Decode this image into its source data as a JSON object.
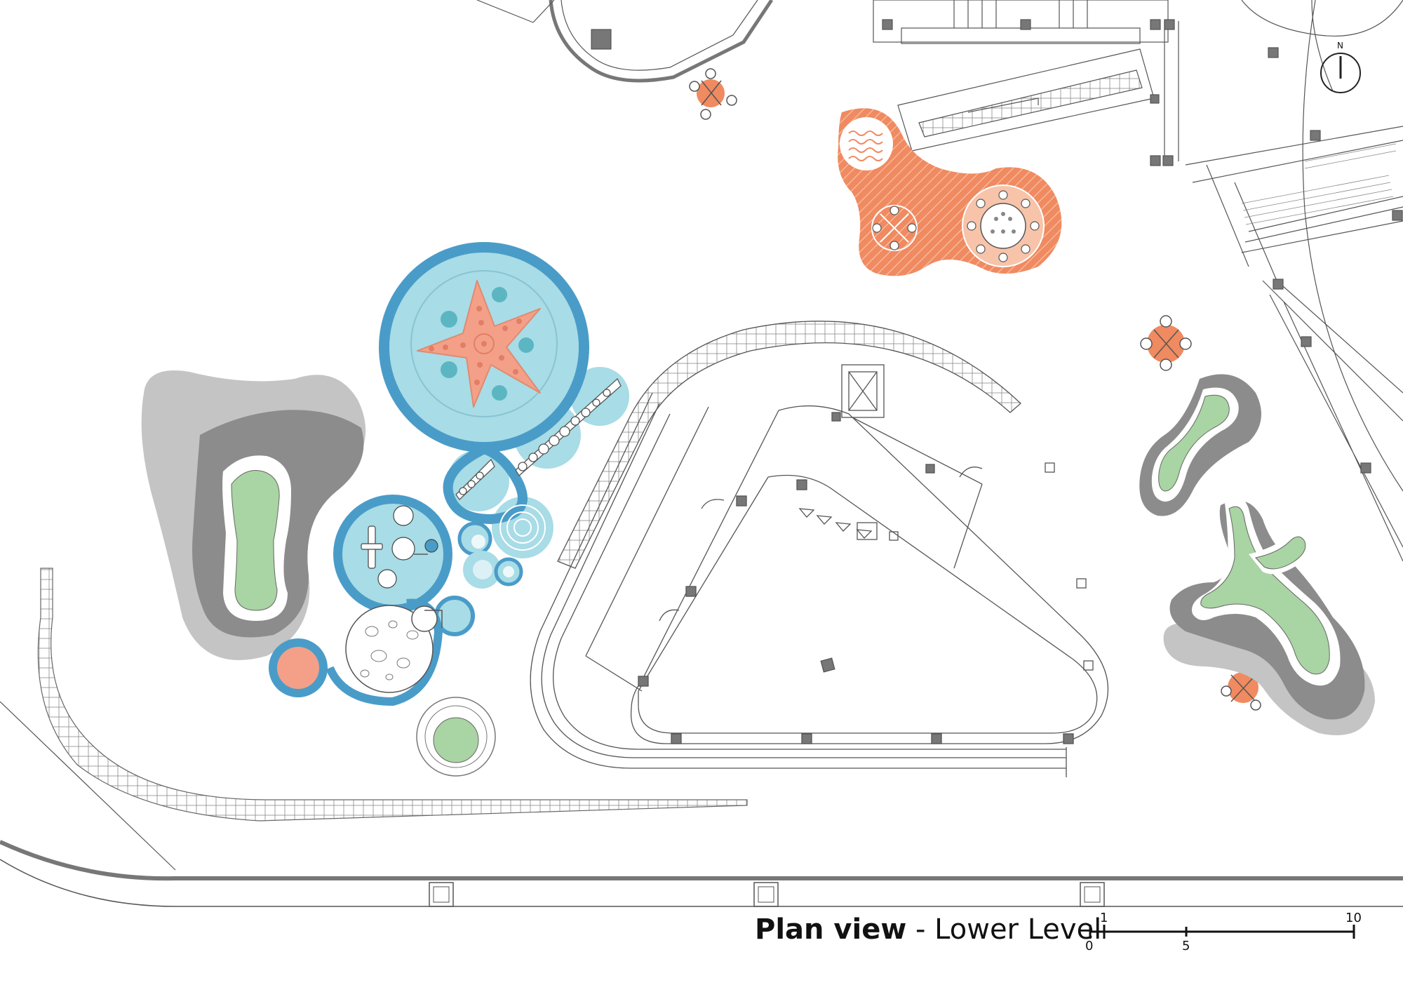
{
  "title": {
    "bold": "Plan view",
    "separator": " - ",
    "normal": "Lower Level"
  },
  "scale_bar": {
    "labels": [
      "0",
      "1",
      "5",
      "10"
    ]
  },
  "north_arrow": {
    "label": "N"
  },
  "colors": {
    "water_blue": "#4a9cc8",
    "water_light": "#a8dce6",
    "coral": "#f08a60",
    "starfish": "#f4a088",
    "grass_green": "#a9d4a3",
    "dark_gray": "#8c8c8c",
    "light_gray": "#c4c4c4",
    "line": "#555555"
  }
}
